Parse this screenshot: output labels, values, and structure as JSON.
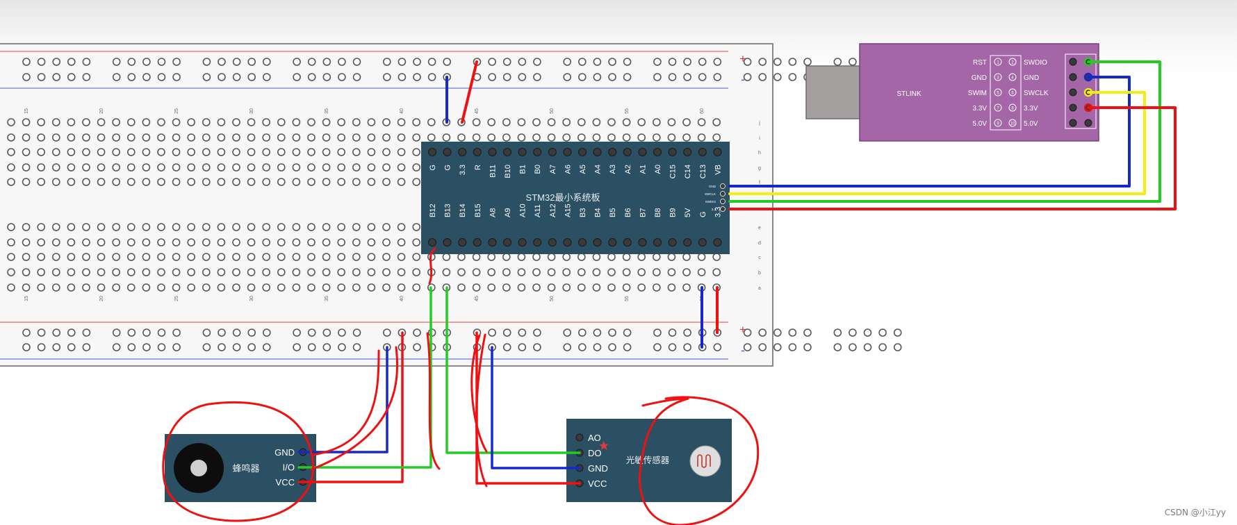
{
  "breadboard": {
    "rail_plus": "+",
    "rail_minus": "-",
    "col_numbers_top": [
      "15",
      "20",
      "25",
      "30",
      "35",
      "40",
      "45",
      "50",
      "55",
      "60"
    ],
    "row_letters_top": [
      "j",
      "i",
      "h",
      "g",
      "f"
    ],
    "row_letters_bottom": [
      "e",
      "d",
      "c",
      "b",
      "a"
    ]
  },
  "stm32": {
    "title": "STM32最小系统板",
    "top_pins": [
      "G",
      "G",
      "3.3",
      "R",
      "B11",
      "B10",
      "B1",
      "B0",
      "A7",
      "A6",
      "A5",
      "A4",
      "A3",
      "A2",
      "A1",
      "A0",
      "C15",
      "C14",
      "C13",
      "VB"
    ],
    "bottom_pins": [
      "B12",
      "B13",
      "B14",
      "B15",
      "A8",
      "A9",
      "A10",
      "A11",
      "A12",
      "A15",
      "B3",
      "B4",
      "B5",
      "B6",
      "B7",
      "B8",
      "B9",
      "5V",
      "G",
      "3.3"
    ],
    "side_pins": [
      "GND",
      "SWCLK",
      "SWDIO",
      "3.3"
    ]
  },
  "stlink": {
    "title": "STLINK",
    "left_labels": [
      "RST",
      "GND",
      "SWIM",
      "3.3V",
      "5.0V"
    ],
    "left_pin_nums": [
      "1",
      "3",
      "5",
      "7",
      "9"
    ],
    "right_pin_nums": [
      "2",
      "4",
      "6",
      "8",
      "10"
    ],
    "right_labels": [
      "SWDIO",
      "GND",
      "SWCLK",
      "3.3V",
      "5.0V"
    ]
  },
  "buzzer": {
    "title": "蜂鸣器",
    "pins": [
      "GND",
      "I/O",
      "VCC"
    ]
  },
  "light_sensor": {
    "title": "光敏传感器",
    "pins": [
      "AO",
      "DO",
      "GND",
      "VCC"
    ]
  },
  "colors": {
    "board": "#2b4f63",
    "stlink_body": "#a566a8",
    "wire_red": "#f01010",
    "wire_blue": "#1428d0",
    "wire_green": "#22cc22",
    "wire_yellow": "#f2ee10"
  },
  "watermark": "CSDN @小江yy"
}
